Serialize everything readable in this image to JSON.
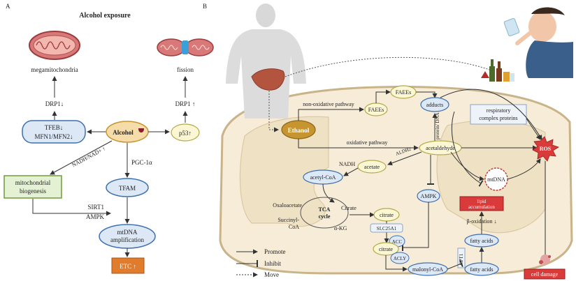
{
  "panel_a": {
    "letter": "A",
    "title": "Alcohol exposure",
    "megamitochondria": "megamitochondria",
    "fission": "fission",
    "drp1_down": "DRP1↓",
    "drp1_up": "DRP1 ↑",
    "tfeb": "TFEB↓",
    "mfn": "MFN1/MFN2↓",
    "alcohol": "Alcohol",
    "p53": "p53↑",
    "nadh": "NADH/NAD+ ↑",
    "pgc": "PGC-1α",
    "mito_bio_1": "mitochondrial",
    "mito_bio_2": "biogenesis",
    "tfam": "TFAM",
    "sirt1": "SIRT1",
    "ampk": "AMPK",
    "mtdna_amp_1": "mtDNA",
    "mtdna_amp_2": "amplification",
    "etc": "ETC ↑"
  },
  "panel_b": {
    "letter": "B",
    "non_oxidative": "non-oxidative pathway",
    "faees_top": "FAEEs",
    "faees_mid": "FAEEs",
    "adducts": "adducts",
    "protein_dna": "protein/ DNA",
    "resp_1": "respiratory",
    "resp_2": "complex proteins",
    "ethanol": "Ethanol",
    "oxidative": "oxidative pathway",
    "acetaldehyde": "acetaldehyde",
    "ros": "ROS",
    "aldh2": "ALDH2",
    "nadh": "NADH",
    "acetate": "acetate",
    "acetyl_coa": "acetyl-CoA",
    "mtdna": "mtDNA",
    "ampk": "AMPK",
    "lipid_1": "lipid",
    "lipid_2": "accumulation",
    "oxaloacetate": "Oxaloacetate",
    "citrate_cycle": "Citrate",
    "tca_1": "TCA",
    "tca_2": "cycle",
    "succinyl_1": "Succinyl-",
    "succinyl_2": "CoA",
    "akg": "α-KG",
    "citrate_mito": "citrate",
    "slc": "SLC25A1",
    "beta_ox": "β-oxidation ↓",
    "acc": "ACC",
    "citrate_cyto": "citrate",
    "acly": "ACLY",
    "fatty_acids_1": "fatty acids",
    "cpt1": "CPT1",
    "fatty_acids_2": "fatty acids",
    "malonyl": "malonyl-CoA",
    "cell_damage": "cell damage"
  },
  "legend": {
    "promote": "Promote",
    "inhibit": "Inhibit",
    "move": "Move"
  },
  "colors": {
    "blue_fill": "#dce8f6",
    "blue_stroke": "#3c6fb0",
    "yellow_fill": "#fbf6d4",
    "yellow_stroke": "#b4a94a",
    "green_fill": "#e5f1d3",
    "green_stroke": "#6e9b3c",
    "orange": "#e07c2c",
    "alcohol_fill": "#f6dca8",
    "ethanol_fill": "#c69530",
    "red": "#d93a3a",
    "mito_fill": "#f6ecd8"
  },
  "icons": [
    "mitochondrion-icon",
    "fissioning-mitochondrion-icon",
    "wine-glass-icon",
    "human-silhouette-icon",
    "liver-icon",
    "drinking-person-icon",
    "alcohol-bottles-icon",
    "mtdna-circle-icon",
    "ros-burst-icon",
    "damaged-cell-icon"
  ]
}
